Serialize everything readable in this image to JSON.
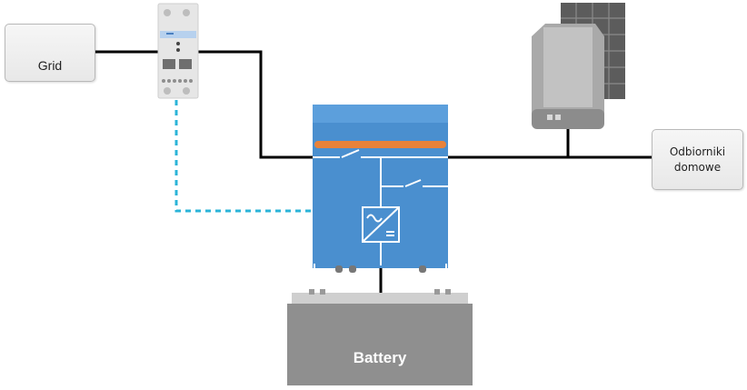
{
  "nodes": {
    "grid": {
      "label": "Grid",
      "icon": "power-pylon-icon"
    },
    "energy_meter": {
      "icon": "energy-meter-icon"
    },
    "inverter_charger": {
      "icon": "inverter-charger-icon",
      "symbol": "ac-dc-converter-icon"
    },
    "pv_inverter": {
      "icon": "pv-inverter-icon"
    },
    "solar_panel": {
      "icon": "solar-panel-icon"
    },
    "loads": {
      "line1": "Odbiorniki",
      "line2": "domowe"
    },
    "battery": {
      "label": "Battery",
      "icon": "battery-icon"
    }
  },
  "colors": {
    "inverter_blue": "#4a90d0",
    "inverter_top": "#5b9fdc",
    "orange_bar": "#e8823a",
    "dashed_comm": "#2bb4d8",
    "wire": "#000000",
    "battery_gray": "#8f8f8f"
  }
}
